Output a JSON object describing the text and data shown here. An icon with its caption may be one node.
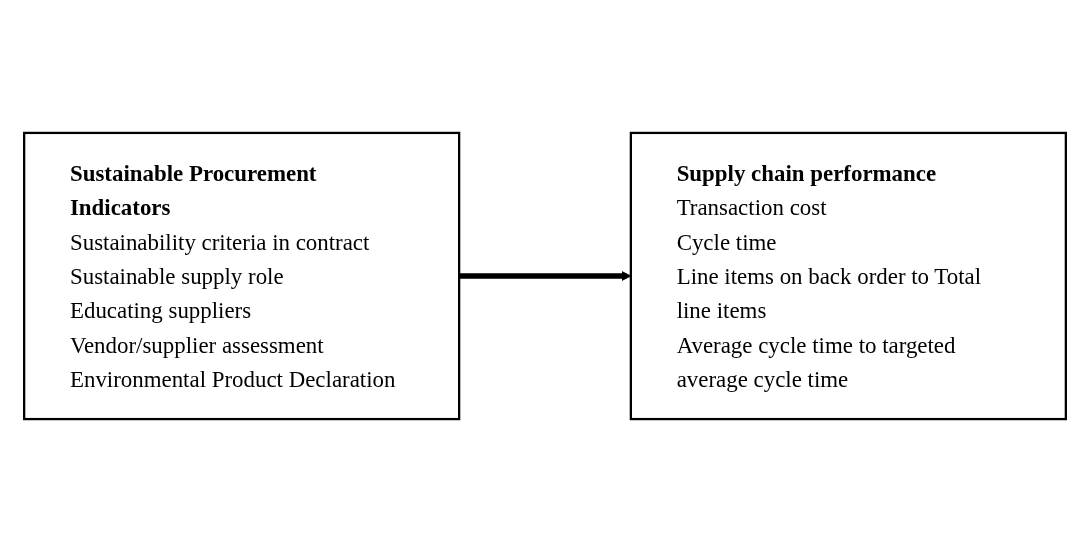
{
  "diagram": {
    "nodes": [
      {
        "text": [
          "Sustainable Procurement Indicators",
          "Sustainability criteria in contract",
          "Sustainable supply role",
          "Educating suppliers",
          "Vendor/supplier assessment",
          "Environmental Product Declaration"
        ]
      },
      {
        "text": [
          "Supply chain performance",
          "Transaction cost",
          "Cycle time",
          "Line items on back order to Total line items",
          "Average cycle time to targeted average cycle time"
        ]
      }
    ],
    "edges": [
      {
        "from": 0,
        "to": 1,
        "arrow": "to"
      }
    ]
  }
}
